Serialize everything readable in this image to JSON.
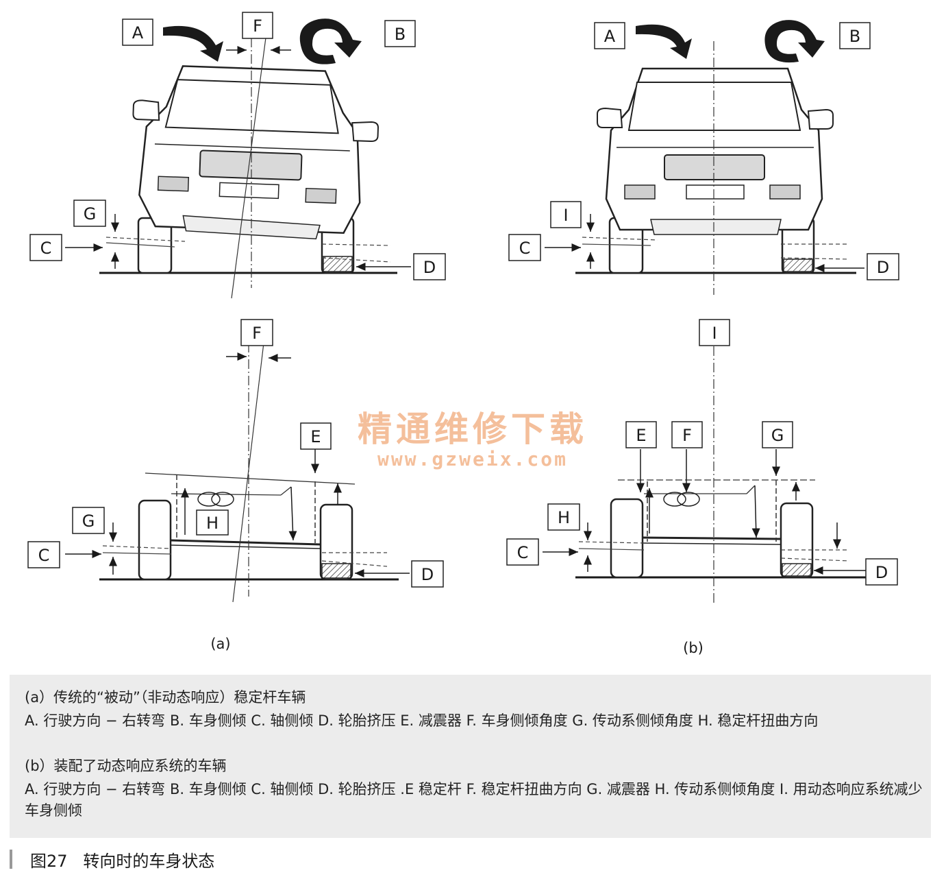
{
  "labels": {
    "A": "A",
    "B": "B",
    "C": "C",
    "D": "D",
    "E": "E",
    "F": "F",
    "G": "G",
    "H": "H",
    "I": "I"
  },
  "subfigures": {
    "a": "(a)",
    "b": "(b)"
  },
  "watermark": {
    "cn": "精通维修下载",
    "url": "www.gzweix.com"
  },
  "caption": {
    "a_title": "(a）传统的“被动”（非动态响应）稳定杆车辆",
    "a_legend": "A. 行驶方向 − 右转弯 B. 车身侧倾 C. 轴侧倾 D. 轮胎挤压 E. 减震器 F. 车身侧倾角度 G. 传动系侧倾角度 H. 稳定杆扭曲方向",
    "b_title": "(b）装配了动态响应系统的车辆",
    "b_legend": "A. 行驶方向 − 右转弯 B. 车身侧倾 C. 轴侧倾 D. 轮胎挤压 .E 稳定杆 F. 稳定杆扭曲方向 G. 减震器 H. 传动系侧倾角度 I. 用动态响应系统减少车身侧倾"
  },
  "figure_title": "图27   转向时的车身状态"
}
